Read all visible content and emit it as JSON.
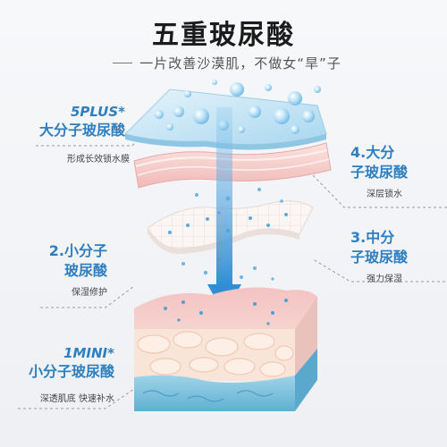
{
  "header": {
    "title": "五重玻尿酸",
    "subtitle": "一片改善沙漠肌，不做女“旱”子"
  },
  "layers": {
    "l1": {
      "name_top": "5PLUS*",
      "name": "大分子玻尿酸",
      "desc": "形成长效锁水膜"
    },
    "l2": {
      "name": "4.大分子玻尿酸",
      "line1": "4.大分",
      "line2": "子玻尿酸",
      "desc": "深层锁水"
    },
    "l3": {
      "line1": "2.小分子",
      "line2": "玻尿酸",
      "desc": "保湿修护"
    },
    "l4": {
      "line1": "3.中分",
      "line2": "子玻尿酸",
      "desc": "强力保湿"
    },
    "l5": {
      "name_top": "1MINI*",
      "name": "小分子玻尿酸",
      "desc": "深透肌底 快速补水"
    }
  },
  "colors": {
    "accent": "#2f7fc0",
    "film": "#bfe0f3",
    "skin_pink": "#f2c9c6",
    "skin_peach": "#f8dfd3",
    "dermis_blue": "#7ec3de",
    "arrow": "#3d9ad6"
  }
}
